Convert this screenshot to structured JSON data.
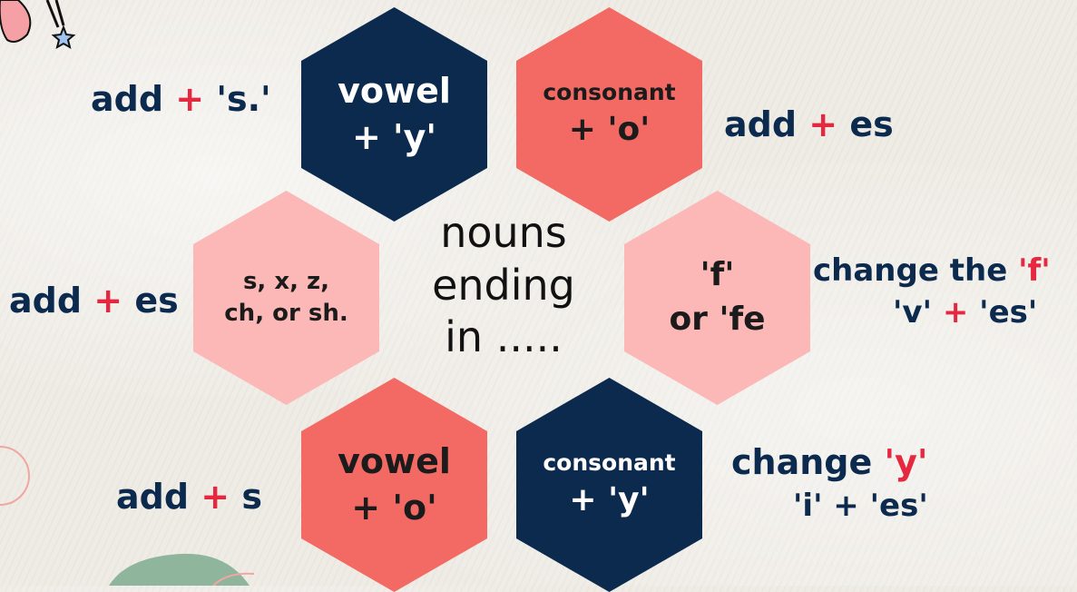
{
  "colors": {
    "navy": "#0b2a4e",
    "coral": "#f26a63",
    "pink": "#fbb8b6",
    "accent_red": "#e5283f",
    "background": "#efece6"
  },
  "center": {
    "line1": "nouns",
    "line2": "ending",
    "line3": "in ....."
  },
  "hexagons": {
    "vowel_y": {
      "line1": "vowel",
      "line2": "+ 'y'"
    },
    "consonant_o": {
      "line1": "consonant",
      "line2": "+ 'o'"
    },
    "sxz": {
      "line1": "s, x, z,",
      "line2": "ch, or sh."
    },
    "f_fe": {
      "line1": "'f'",
      "line2": "or 'fe"
    },
    "vowel_o": {
      "line1": "vowel",
      "line2": "+ 'o'"
    },
    "consonant_y": {
      "line1": "consonant",
      "line2": "+ 'y'"
    }
  },
  "rules": {
    "vowel_y": {
      "pre": "add ",
      "plus": "+",
      "post": " 's.'"
    },
    "consonant_o": {
      "pre": "add  ",
      "plus": "+",
      "post": " es"
    },
    "sxz": {
      "pre": "add ",
      "plus": "+",
      "post": " es"
    },
    "f_fe": {
      "line1_pre": "change the ",
      "line1_highlight": "'f'",
      "line2_pre": "'v' ",
      "line2_plus": "+",
      "line2_post": " 'es'"
    },
    "vowel_o": {
      "pre": "add ",
      "plus": "+",
      "post": " s"
    },
    "consonant_y": {
      "line1_pre": "change ",
      "line1_highlight": "'y'",
      "line2": "'i' + 'es'"
    }
  }
}
